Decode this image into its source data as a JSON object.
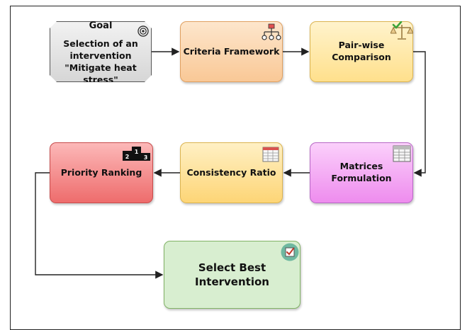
{
  "diagram": {
    "goal": {
      "title": "Goal",
      "text": "Selection of an intervention \"Mitigate heat stress\"",
      "icon": "target-icon"
    },
    "criteria": {
      "label": "Criteria Framework",
      "icon": "hierarchy-icon"
    },
    "pairwise": {
      "label": "Pair-wise Comparison",
      "icon": "balance-scale-icon"
    },
    "matrices": {
      "label": "Matrices Formulation",
      "icon": "spreadsheet-icon"
    },
    "consistency": {
      "label": "Consistency Ratio",
      "icon": "table-icon"
    },
    "priority": {
      "label": "Priority Ranking",
      "icon": "podium-icon",
      "podium": {
        "first": "1",
        "second": "2",
        "third": "3"
      }
    },
    "best": {
      "label": "Select Best Intervention",
      "icon": "checkbox-icon"
    }
  },
  "colors": {
    "arrow": "#222222",
    "goal_fill": "#e6e6e6",
    "criteria_fill": "#f9c896",
    "pairwise_fill": "#ffe08c",
    "matrices_fill": "#ee8cee",
    "consistency_fill": "#fdd576",
    "priority_fill": "#ee6c6c",
    "best_fill": "#d8eed0"
  }
}
